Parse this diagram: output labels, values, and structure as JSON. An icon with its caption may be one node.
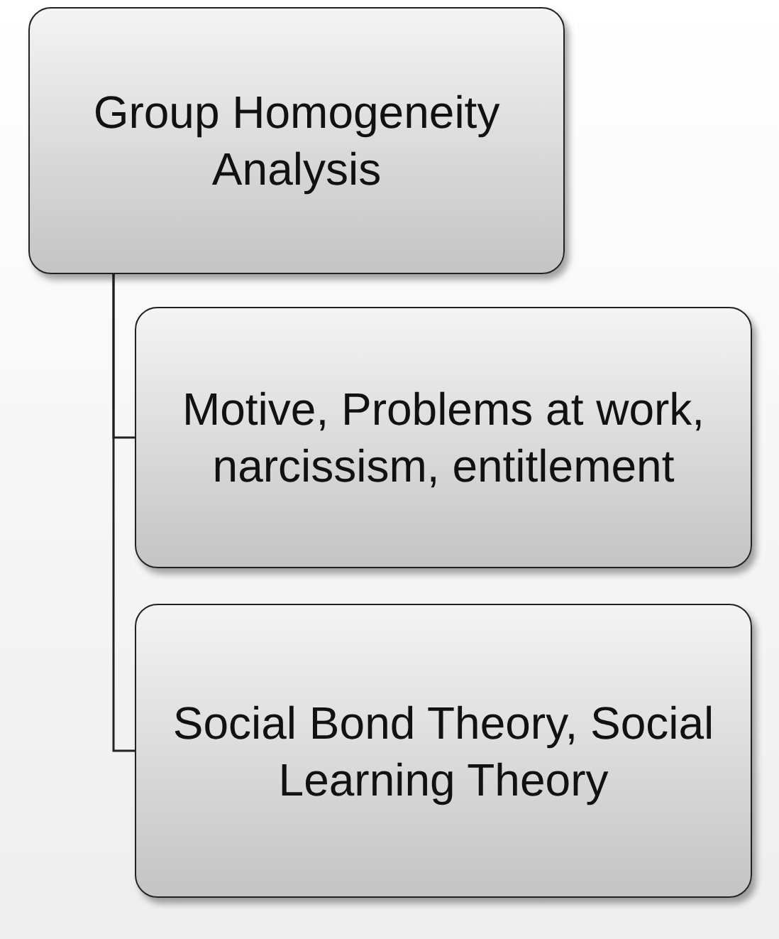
{
  "diagram": {
    "nodes": [
      {
        "text": [
          "Group Homogeneity Analysis"
        ]
      },
      {
        "text": [
          "Motive, Problems at work, narcissism, entitlement"
        ]
      },
      {
        "text": [
          "Social Bond Theory, Social Learning Theory"
        ]
      }
    ],
    "edges": [
      {
        "from": 0,
        "to": 1,
        "arrow": "none"
      },
      {
        "from": 0,
        "to": 2,
        "arrow": "none"
      }
    ]
  }
}
